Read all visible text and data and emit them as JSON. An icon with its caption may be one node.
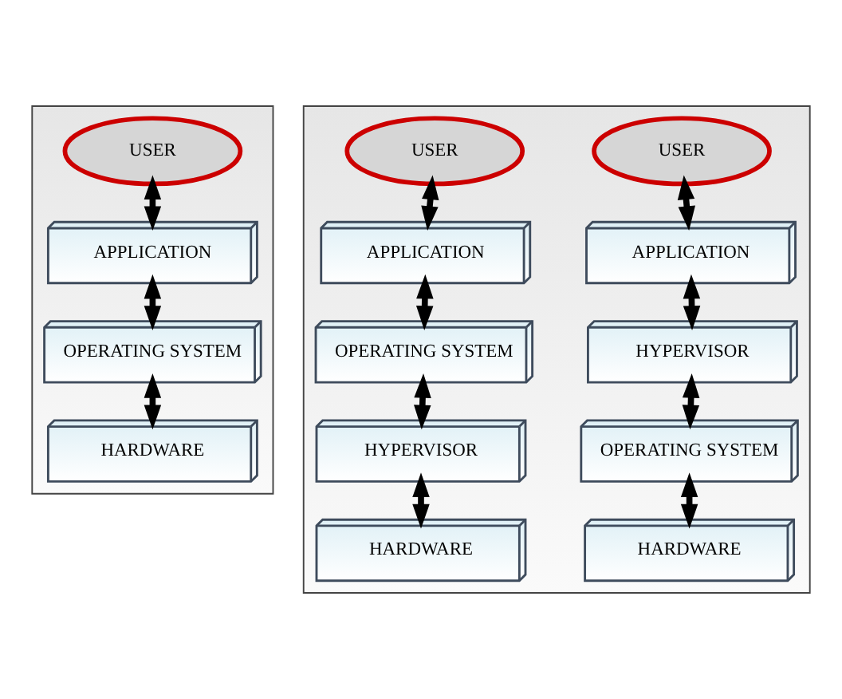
{
  "diagram": {
    "nodes": [
      {
        "text": [],
        "shape": "box"
      },
      {
        "text": [],
        "shape": "box"
      },
      {
        "text": [
          "USER"
        ],
        "in": 0
      },
      {
        "text": [
          "APPLICATION"
        ],
        "in": 0
      },
      {
        "text": [
          "OPERATING SYSTEM"
        ],
        "in": 0
      },
      {
        "text": [
          "HARDWARE"
        ],
        "in": 0
      },
      {
        "text": [
          "USER"
        ],
        "in": 1
      },
      {
        "text": [
          "APPLICATION"
        ],
        "in": 1
      },
      {
        "text": [
          "OPERATING SYSTEM"
        ],
        "in": 1
      },
      {
        "text": [
          "HYPERVISOR"
        ],
        "in": 1
      },
      {
        "text": [
          "HARDWARE"
        ],
        "in": 1
      },
      {
        "text": [
          "USER"
        ],
        "in": 1
      },
      {
        "text": [
          "APPLICATION"
        ],
        "in": 1
      },
      {
        "text": [
          "HYPERVISOR"
        ],
        "in": 1
      },
      {
        "text": [
          "OPERATING SYSTEM"
        ],
        "in": 1
      },
      {
        "text": [
          "HARDWARE"
        ],
        "in": 1
      }
    ],
    "edges": [
      {
        "from": 2,
        "to": 3,
        "arrow": "both"
      },
      {
        "from": 3,
        "to": 4,
        "arrow": "both"
      },
      {
        "from": 4,
        "to": 5,
        "arrow": "both"
      },
      {
        "from": 6,
        "to": 7,
        "arrow": "both"
      },
      {
        "from": 7,
        "to": 8,
        "arrow": "both"
      },
      {
        "from": 8,
        "to": 9,
        "arrow": "both"
      },
      {
        "from": 9,
        "to": 10,
        "arrow": "both"
      },
      {
        "from": 11,
        "to": 12,
        "arrow": "both"
      },
      {
        "from": 12,
        "to": 13,
        "arrow": "both"
      },
      {
        "from": 13,
        "to": 14,
        "arrow": "both"
      },
      {
        "from": 14,
        "to": 15,
        "arrow": "both"
      }
    ]
  }
}
